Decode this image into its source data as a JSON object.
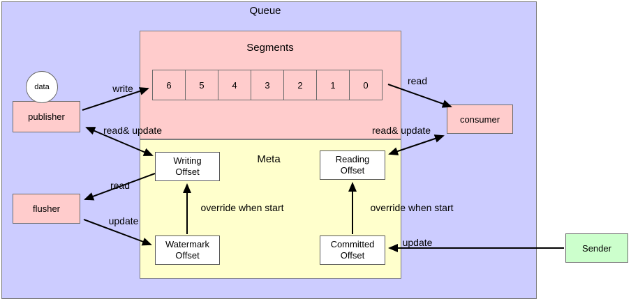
{
  "queue": {
    "label": "Queue",
    "segments": {
      "label": "Segments",
      "cells": [
        "6",
        "5",
        "4",
        "3",
        "2",
        "1",
        "0"
      ]
    },
    "meta": {
      "label": "Meta",
      "writing_offset": "Writing\nOffset",
      "reading_offset": "Reading\nOffset",
      "watermark_offset": "Watermark\nOffset",
      "committed_offset": "Committed\nOffset"
    }
  },
  "nodes": {
    "publisher": "publisher",
    "data": "data",
    "flusher": "flusher",
    "consumer": "consumer",
    "sender": "Sender"
  },
  "edges": {
    "write": "write",
    "read_consumer": "read",
    "read_update_left": "read& update",
    "read_update_right": "read& update",
    "read_flusher": "read",
    "update_watermark": "update",
    "override_left": "override when start",
    "override_right": "override when start",
    "update_committed": "update"
  },
  "colors": {
    "queue_bg": "#ccccff",
    "segments_bg": "#ffcccc",
    "meta_bg": "#ffffcc",
    "node_bg": "#ffcccc",
    "sender_bg": "#ccffcc",
    "arrow": "#000000"
  }
}
